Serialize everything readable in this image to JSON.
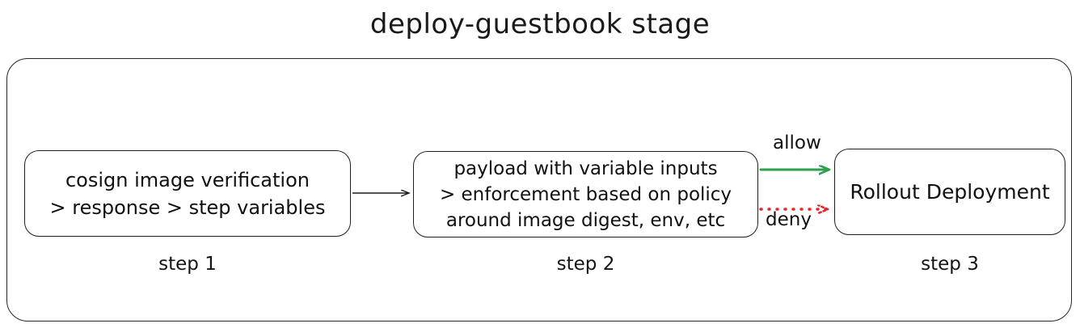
{
  "title": "deploy-guestbook stage",
  "stage": {
    "name": "deploy-guestbook stage"
  },
  "nodes": [
    {
      "id": "step1",
      "caption": "step 1",
      "lines": [
        "cosign image verification",
        "> response > step variables"
      ]
    },
    {
      "id": "step2",
      "caption": "step 2",
      "lines": [
        "payload with variable inputs",
        "> enforcement based on policy",
        "around image digest, env, etc"
      ]
    },
    {
      "id": "step3",
      "caption": "step 3",
      "lines": [
        "Rollout Deployment"
      ]
    }
  ],
  "edges": [
    {
      "id": "step1-to-step2",
      "label": "",
      "style": "solid",
      "color": "#1a1a1a"
    },
    {
      "id": "step2-to-step3-allow",
      "label": "allow",
      "style": "solid",
      "color": "#2E9E4F"
    },
    {
      "id": "step2-to-step3-deny",
      "label": "deny",
      "style": "dotted",
      "color": "#E8252A"
    }
  ],
  "colors": {
    "allow": "#2E9E4F",
    "deny": "#E8252A",
    "ink": "#1a1a1a",
    "background": "#ffffff"
  }
}
